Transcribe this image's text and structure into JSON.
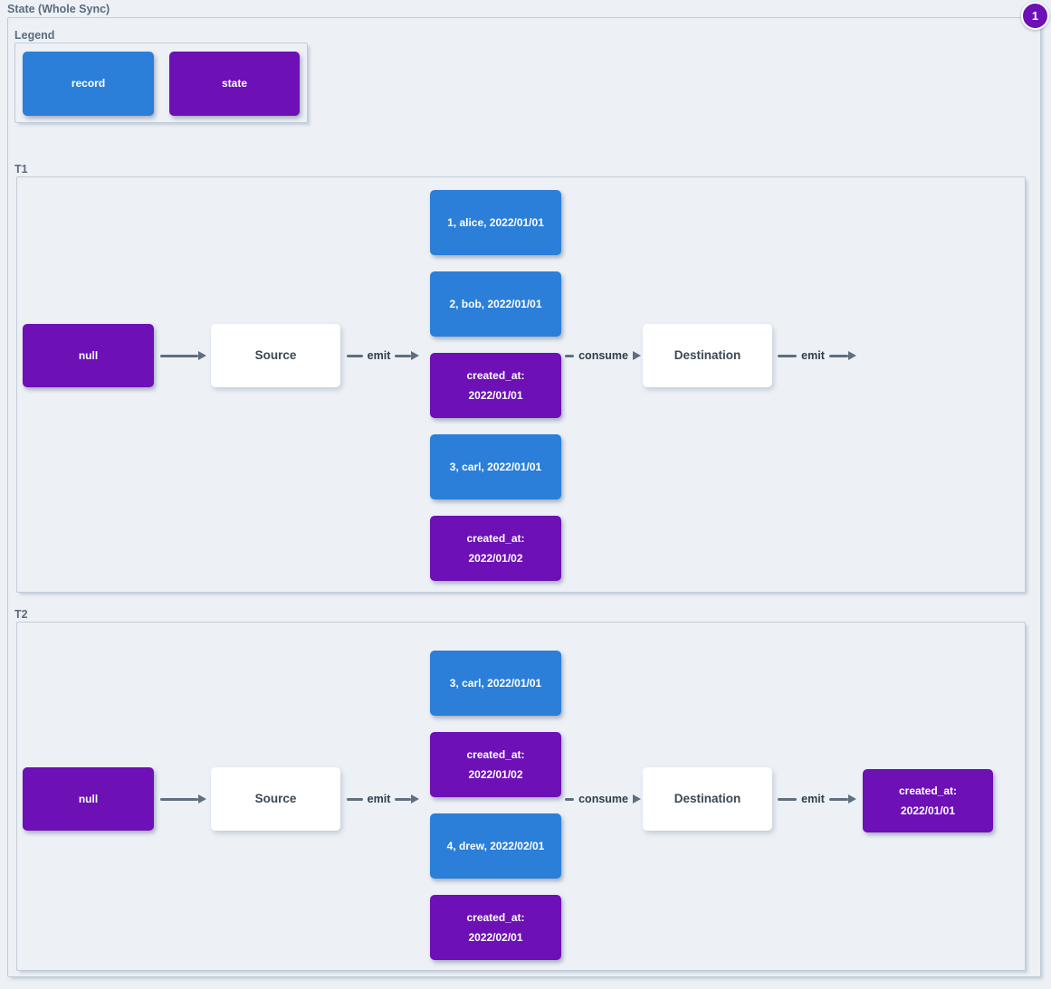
{
  "page": {
    "title": "State (Whole Sync)",
    "badge": "1"
  },
  "colors": {
    "record_blue": "#2b7fd9",
    "state_purple": "#6d10b5",
    "canvas_background": "#edf1f6",
    "node_white": "#ffffff",
    "arrow_gray": "#5d6f80",
    "container_border": "#c2ccd8",
    "label_gray": "#5a6b7d"
  },
  "legend": {
    "title": "Legend",
    "items": [
      {
        "label": "record",
        "type": "record"
      },
      {
        "label": "state",
        "type": "state"
      }
    ]
  },
  "sections": [
    {
      "label": "T1",
      "nodes": {
        "start": "null",
        "source": "Source",
        "destination": "Destination"
      },
      "edges": {
        "emit_from_source": "emit",
        "consume": "consume",
        "emit_from_destination": "emit"
      },
      "stack": [
        {
          "label": "1, alice, 2022/01/01",
          "type": "record"
        },
        {
          "label": "2, bob, 2022/01/01",
          "type": "record"
        },
        {
          "label": "created_at: 2022/01/01",
          "type": "state"
        },
        {
          "label": "3, carl, 2022/01/01",
          "type": "record"
        },
        {
          "label": "created_at: 2022/01/02",
          "type": "state"
        }
      ]
    },
    {
      "label": "T2",
      "nodes": {
        "start": "null",
        "source": "Source",
        "destination": "Destination"
      },
      "edges": {
        "emit_from_source": "emit",
        "consume": "consume",
        "emit_from_destination": "emit"
      },
      "stack": [
        {
          "label": "3, carl, 2022/01/01",
          "type": "record"
        },
        {
          "label": "created_at: 2022/01/02",
          "type": "state"
        },
        {
          "label": "4, drew, 2022/02/01",
          "type": "record"
        },
        {
          "label": "created_at: 2022/02/01",
          "type": "state"
        }
      ],
      "result": {
        "label": "created_at: 2022/01/01",
        "type": "state"
      }
    }
  ]
}
